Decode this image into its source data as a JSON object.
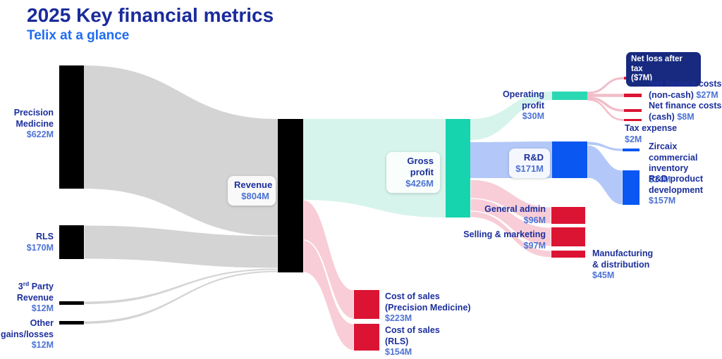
{
  "title": "2025 Key financial metrics",
  "subtitle": "Telix at a glance",
  "colors": {
    "title_navy": "#1a2b9b",
    "subtitle_blue": "#1f6bf3",
    "label_navy": "#1c2f9c",
    "value_blue": "#4e73d4",
    "node_black": "#000000",
    "node_teal": "#15d4ae",
    "node_blue": "#0a57f2",
    "node_red": "#dc1433",
    "flow_gray": "#d4d4d4",
    "flow_mint": "#d6f4ec",
    "flow_periwinkle": "#b3c8f8",
    "flow_pink": "#f8cdd7",
    "netloss_box_navy": "#172a80"
  },
  "chart_data": {
    "type": "sankey",
    "title": "2025 Key financial metrics",
    "subtitle": "Telix at a glance",
    "unit": "USD millions",
    "nodes": [
      {
        "name": "Precision Medicine",
        "value": 622
      },
      {
        "name": "RLS",
        "value": 170
      },
      {
        "name": "3rd Party Revenue",
        "value": 12
      },
      {
        "name": "Other gains/losses",
        "value": 12
      },
      {
        "name": "Revenue",
        "value": 804
      },
      {
        "name": "Gross profit",
        "value": 426
      },
      {
        "name": "Cost of sales (Precision Medicine)",
        "value": 223
      },
      {
        "name": "Cost of sales (RLS)",
        "value": 154
      },
      {
        "name": "Operating profit",
        "value": 30
      },
      {
        "name": "R&D",
        "value": 171
      },
      {
        "name": "General admin",
        "value": 96
      },
      {
        "name": "Selling & marketing",
        "value": 97
      },
      {
        "name": "Manufacturing & distribution",
        "value": 45
      },
      {
        "name": "Net loss after tax",
        "value": -7,
        "display": "($7M)"
      },
      {
        "name": "Net finance costs (non-cash)",
        "value": 27
      },
      {
        "name": "Net finance costs (cash)",
        "value": 8
      },
      {
        "name": "Tax expense",
        "value": 2
      },
      {
        "name": "Zircaix commercial inventory",
        "value": 14
      },
      {
        "name": "R&D product development",
        "value": 157
      }
    ],
    "links": [
      {
        "source": "Precision Medicine",
        "target": "Revenue",
        "value": 622
      },
      {
        "source": "RLS",
        "target": "Revenue",
        "value": 170
      },
      {
        "source": "3rd Party Revenue",
        "target": "Revenue",
        "value": 12
      },
      {
        "source": "Other gains/losses",
        "target": "Revenue",
        "value": 12
      },
      {
        "source": "Revenue",
        "target": "Gross profit",
        "value": 426
      },
      {
        "source": "Revenue",
        "target": "Cost of sales (Precision Medicine)",
        "value": 223
      },
      {
        "source": "Revenue",
        "target": "Cost of sales (RLS)",
        "value": 154
      },
      {
        "source": "Gross profit",
        "target": "Operating profit",
        "value": 30
      },
      {
        "source": "Gross profit",
        "target": "R&D",
        "value": 171
      },
      {
        "source": "Gross profit",
        "target": "General admin",
        "value": 96
      },
      {
        "source": "Gross profit",
        "target": "Selling & marketing",
        "value": 97
      },
      {
        "source": "Gross profit",
        "target": "Manufacturing & distribution",
        "value": 45
      },
      {
        "source": "Operating profit",
        "target": "Net loss after tax",
        "value": 7
      },
      {
        "source": "Operating profit",
        "target": "Net finance costs (non-cash)",
        "value": 27
      },
      {
        "source": "Operating profit",
        "target": "Net finance costs (cash)",
        "value": 8
      },
      {
        "source": "Operating profit",
        "target": "Tax expense",
        "value": 2
      },
      {
        "source": "R&D",
        "target": "Zircaix commercial inventory",
        "value": 14
      },
      {
        "source": "R&D",
        "target": "R&D product development",
        "value": 157
      }
    ]
  },
  "labels": {
    "precision_medicine": {
      "l1": "Precision",
      "l2": "Medicine",
      "value": "$622M"
    },
    "rls": {
      "l1": "RLS",
      "value": "$170M"
    },
    "third_party": {
      "num": "3",
      "sup": "rd",
      "rest": " Party",
      "l2": "Revenue",
      "value": "$12M"
    },
    "other_gains": {
      "l1": "Other",
      "l2": "gains/losses",
      "value": "$12M"
    },
    "revenue": {
      "l1": "Revenue",
      "value": "$804M"
    },
    "gross_profit": {
      "l1": "Gross profit",
      "value": "$426M"
    },
    "operating_profit": {
      "l1": "Operating",
      "l2": "profit",
      "value": "$30M"
    },
    "rnd": {
      "l1": "R&D",
      "value": "$171M"
    },
    "general_admin": {
      "l1": "General admin",
      "value": "$96M"
    },
    "selling_marketing": {
      "l1": "Selling & marketing",
      "value": "$97M"
    },
    "manufacturing": {
      "l1": "Manufacturing",
      "l2": "& distribution",
      "value": "$45M"
    },
    "net_loss": {
      "l1": "Net loss after tax",
      "l2": "($7M)"
    },
    "net_finance_noncash": {
      "l1": "Net finance costs",
      "l2a": "(non-cash)",
      "value": "$27M"
    },
    "net_finance_cash": {
      "l1": "Net finance costs",
      "l2a": "(cash)",
      "value": "$8M"
    },
    "tax_expense": {
      "l1": "Tax expense",
      "value": "$2M"
    },
    "zircaix": {
      "l1": "Zircaix commercial",
      "l2": "inventory",
      "value": "$14M"
    },
    "rnd_product": {
      "l1": "R&D product",
      "l2": "development",
      "value": "$157M"
    },
    "cogs_pm": {
      "l1": "Cost of sales",
      "l2": "(Precision Medicine)",
      "value": "$223M"
    },
    "cogs_rls": {
      "l1": "Cost of sales",
      "l2": "(RLS)",
      "value": "$154M"
    }
  }
}
